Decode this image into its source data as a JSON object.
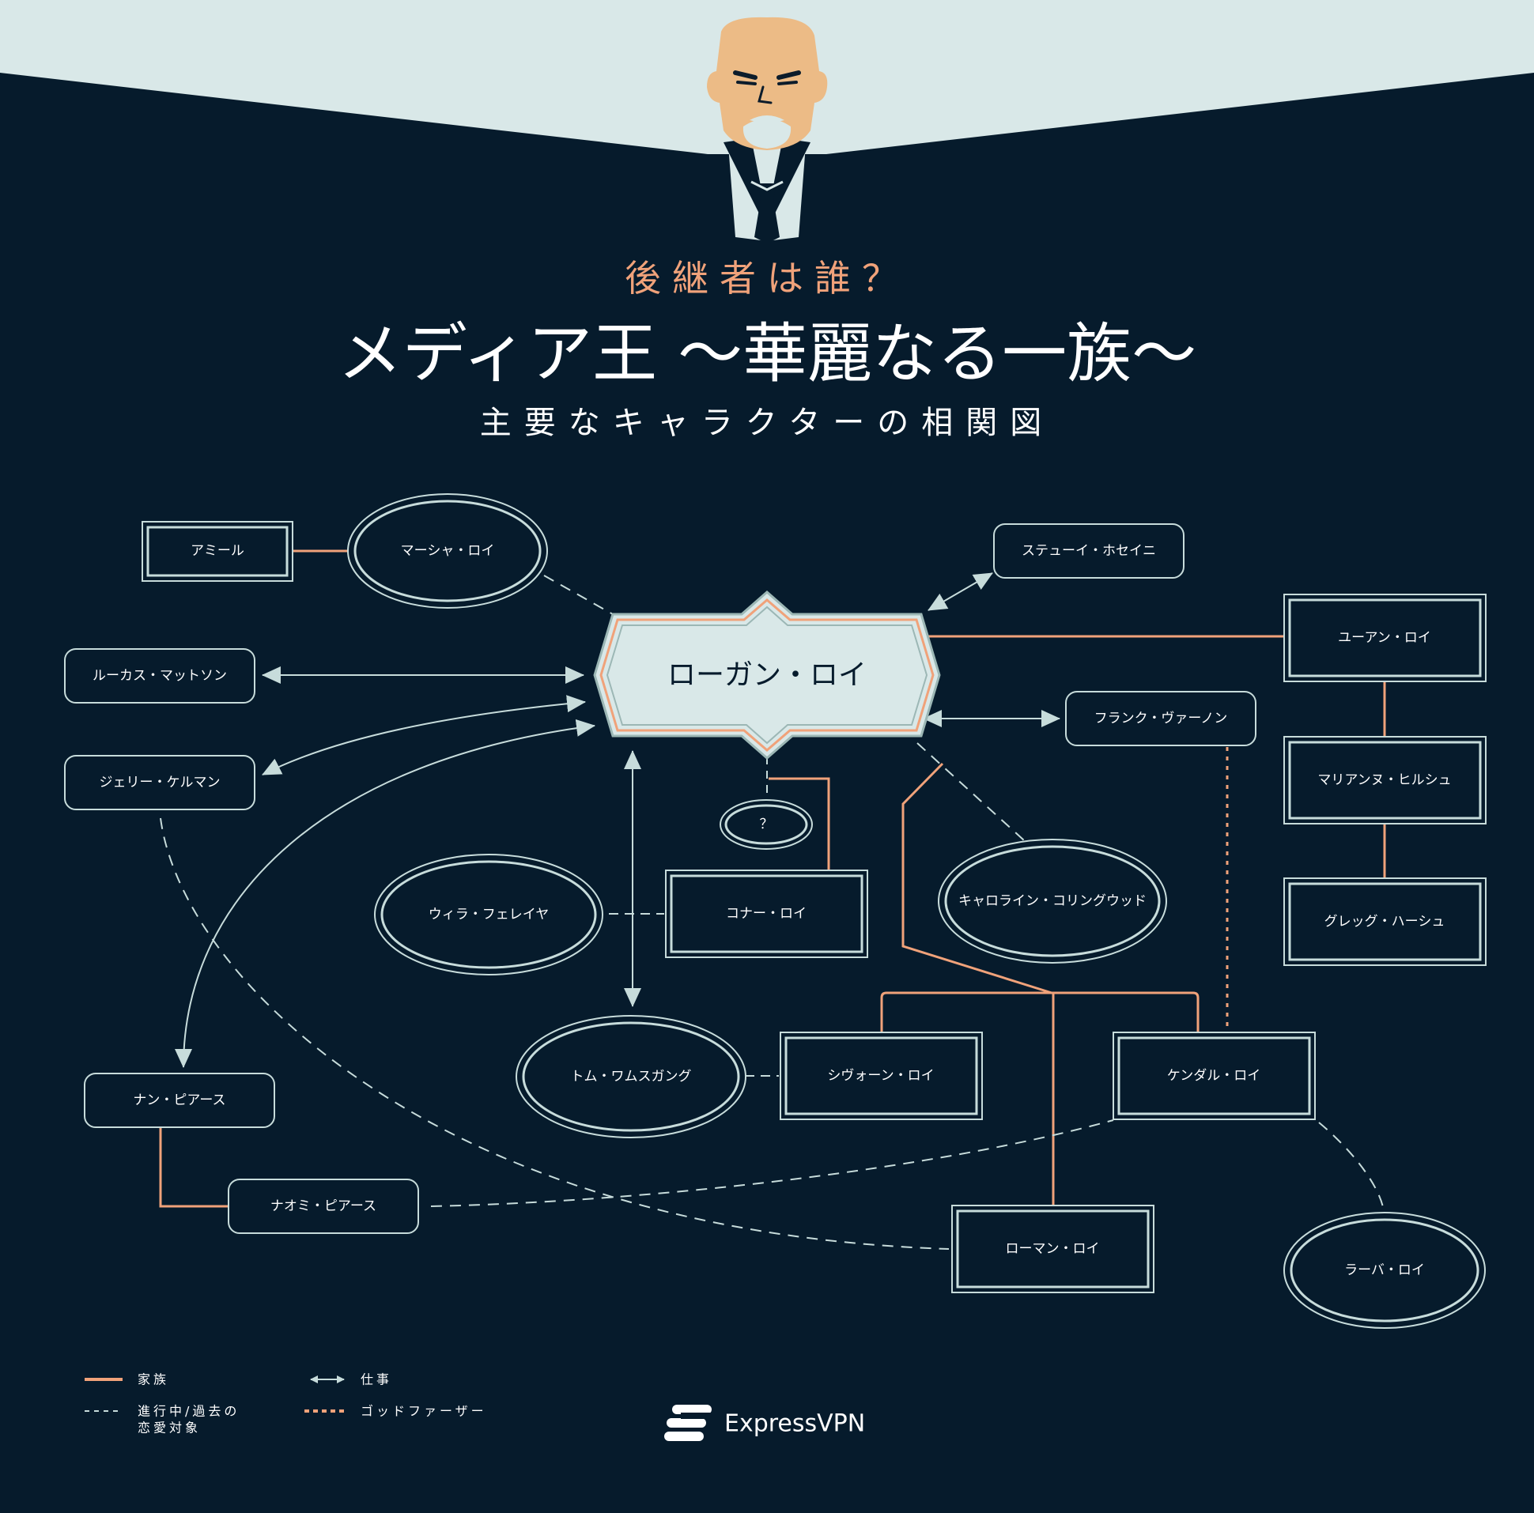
{
  "header": {
    "kicker": "後継者は誰？",
    "title": "メディア王 〜華麗なる一族〜",
    "subtitle": "主要なキャラクターの相関図"
  },
  "colors": {
    "background": "#061b2c",
    "banner": "#d9e8e8",
    "family": "#f0a27a",
    "line": "#c7dcdb",
    "text": "#ffffff"
  },
  "nodes": {
    "logan": "ローガン・ロイ",
    "amir": "アミール",
    "marcia": "マーシャ・ロイ",
    "stewy": "ステューイ・ホセイニ",
    "ewan": "ユーアン・ロイ",
    "lukas": "ルーカス・マットソン",
    "frank": "フランク・ヴァーノン",
    "marianne": "マリアンヌ・ヒルシュ",
    "gerri": "ジェリー・ケルマン",
    "unknown": "？",
    "greg": "グレッグ・ハーシュ",
    "willa": "ウィラ・フェレイヤ",
    "connor": "コナー・ロイ",
    "caroline": "キャロライン・コリングウッド",
    "tom": "トム・ワムスガング",
    "shiv": "シヴォーン・ロイ",
    "kendall": "ケンダル・ロイ",
    "nan": "ナン・ピアース",
    "naomi": "ナオミ・ピアース",
    "roman": "ローマン・ロイ",
    "rava": "ラーバ・ロイ"
  },
  "legend": {
    "family": "家族",
    "work": "仕事",
    "romance_line1": "進行中/過去の",
    "romance_line2": "恋愛対象",
    "godfather": "ゴッドファーザー"
  },
  "brand": {
    "name": "ExpressVPN"
  }
}
